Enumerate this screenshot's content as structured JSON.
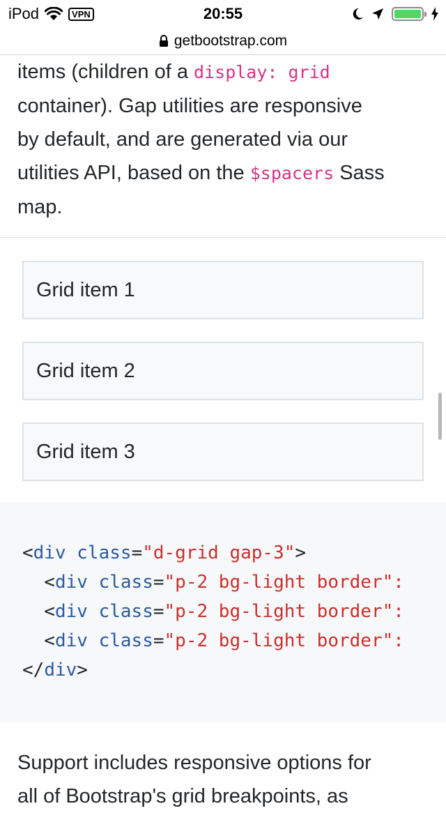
{
  "status_bar": {
    "carrier": "iPod",
    "vpn": "VPN",
    "time": "20:55"
  },
  "url_bar": {
    "domain": "getbootstrap.com"
  },
  "intro": {
    "line1_text": "items (children of a ",
    "line1_code": "display: grid",
    "line2": "container). Gap utilities are responsive",
    "line3": "by default, and are generated via our",
    "line4_text": "utilities API, based on the ",
    "line4_code": "$spacers",
    "line4_tail": " Sass",
    "line5": "map."
  },
  "grid_items": [
    "Grid item 1",
    "Grid item 2",
    "Grid item 3"
  ],
  "code": {
    "open_lt": "<",
    "open_tag": "div",
    "open_attr": "class",
    "open_eq": "=",
    "open_val": "\"d-grid gap-3\"",
    "open_gt": ">",
    "child_indent": "  <",
    "child_tag": "div",
    "child_attr": "class",
    "child_eq": "=",
    "child_val": "\"p-2 bg-light border\":",
    "close_lt": "</",
    "close_tag": "div",
    "close_gt": ">"
  },
  "footer": {
    "line1": "Support includes responsive options for",
    "line2": "all of Bootstrap's grid breakpoints, as"
  },
  "colors": {
    "inline_code": "#d63384",
    "code_tag": "#2c5aa0",
    "code_string": "#c9302c",
    "code_bg": "#f6f8fa",
    "battery": "#4cd964"
  },
  "battery_level": 1.0
}
